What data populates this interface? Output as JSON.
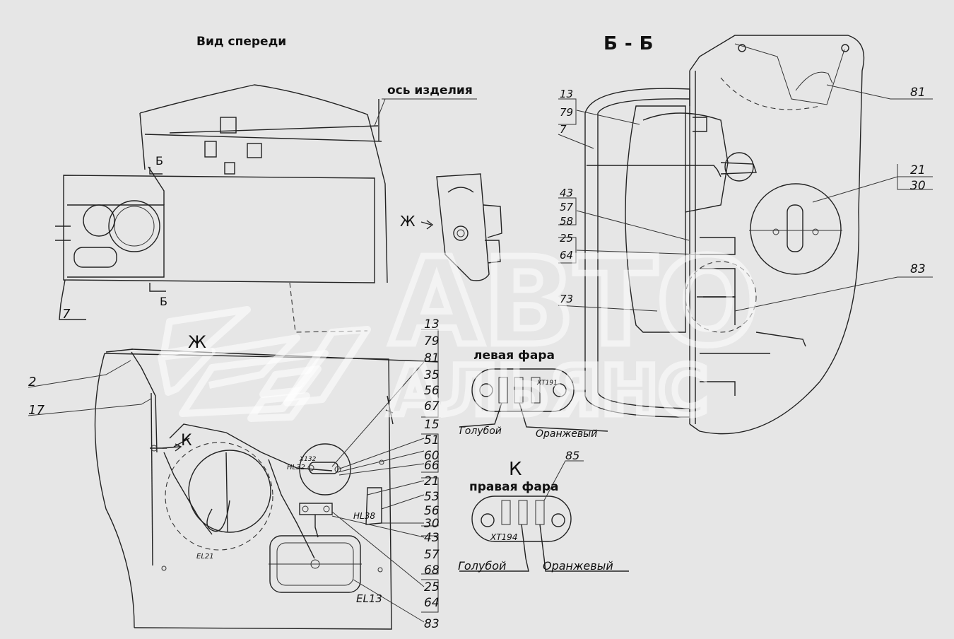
{
  "views": {
    "front_title": "Вид спереди",
    "section_title": "Б-Б",
    "axis_label": "ось изделия",
    "left_lamp_title": "левая фара",
    "right_lamp_title": "правая фара"
  },
  "markers": {
    "b_top": "Б",
    "b_bottom": "Б",
    "zh_arrow": "Ж",
    "zh_view": "Ж",
    "k_arrow": "К",
    "k_view": "К"
  },
  "designators": {
    "hl32": "HL32",
    "x132": "X132",
    "hl38": "HL38",
    "el21": "EL21",
    "el13": "EL13",
    "xt194": "XT194",
    "xt191": "XT191"
  },
  "wires": {
    "left_blue": "Голубой",
    "left_orange": "Оранжевый",
    "right_blue": "Голубой",
    "right_orange": "Оранжевый"
  },
  "callouts": {
    "c7": "7",
    "c2": "2",
    "c17": "17",
    "front_stack": [
      "13",
      "79",
      "81",
      "35",
      "56",
      "67",
      "15",
      "51",
      "60",
      "66",
      "21",
      "53",
      "56",
      "30",
      "43",
      "57",
      "68",
      "25",
      "64",
      "83"
    ],
    "right_lamp": "85",
    "section_left": [
      "13",
      "79",
      "7",
      "43",
      "57",
      "58",
      "25",
      "64",
      "73"
    ],
    "section_right": [
      "81",
      "21",
      "30",
      "83"
    ]
  },
  "watermark": {
    "line1": "АВТО",
    "line2": "АЛЬЯНС"
  }
}
